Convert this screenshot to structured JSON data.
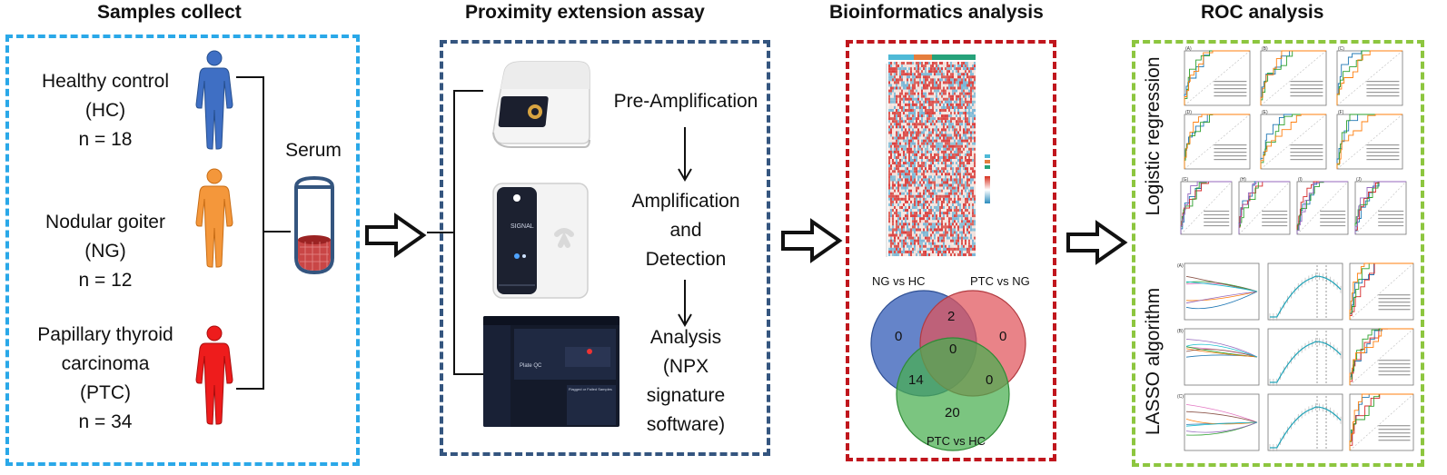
{
  "stages": [
    {
      "title": "Samples collect"
    },
    {
      "title": "Proximity extension assay"
    },
    {
      "title": "Bioinformatics analysis"
    },
    {
      "title": "ROC analysis"
    }
  ],
  "samples": {
    "groups": [
      {
        "name": "Healthy control",
        "abbr": "(HC)",
        "n": "n = 18",
        "color": "#3f6fc4"
      },
      {
        "name": "Nodular goiter",
        "abbr": "(NG)",
        "n": "n = 12",
        "color": "#f4973b"
      },
      {
        "name1": "Papillary thyroid",
        "name2": "carcinoma",
        "abbr": "(PTC)",
        "n": "n = 34",
        "color": "#ee1c1c"
      }
    ],
    "serum_label": "Serum"
  },
  "pea": {
    "steps": [
      {
        "line1": "Pre-Amplification"
      },
      {
        "line1": "Amplification",
        "line2": "and",
        "line3": "Detection"
      },
      {
        "line1": "Analysis",
        "line2": "(NPX",
        "line3": "signature",
        "line4": "software)"
      }
    ],
    "instrument2_label": "SIGNAL",
    "software_panel_title": "Plate QC",
    "software_list_title": "Flagged or Failed Samples"
  },
  "venn": {
    "sets": [
      {
        "name": "NG vs HC",
        "color": "#4a6fc0"
      },
      {
        "name": "PTC vs NG",
        "color": "#e0535a"
      },
      {
        "name": "PTC vs HC",
        "color": "#48ae4f"
      }
    ],
    "regions": {
      "ng_only": "0",
      "ng_ptcng": "2",
      "ptcng_only": "0",
      "all_three": "0",
      "ng_ptchc": "14",
      "ptcng_ptchc": "0",
      "ptchc_only": "20"
    }
  },
  "roc": {
    "logistic_label": "Logistic regression",
    "lasso_label": "LASSO algorithm",
    "grid_labels": [
      "(A)",
      "(B)",
      "(C)",
      "(D)",
      "(E)",
      "(F)",
      "(G)",
      "(H)",
      "(I)",
      "(J)"
    ],
    "lasso_row_labels": [
      "(A)",
      "(B)",
      "(C)"
    ]
  },
  "colors": {
    "panel1": "#2aa8e8",
    "panel2": "#34557f",
    "panel3": "#c0161d",
    "panel4": "#8dc63f"
  }
}
